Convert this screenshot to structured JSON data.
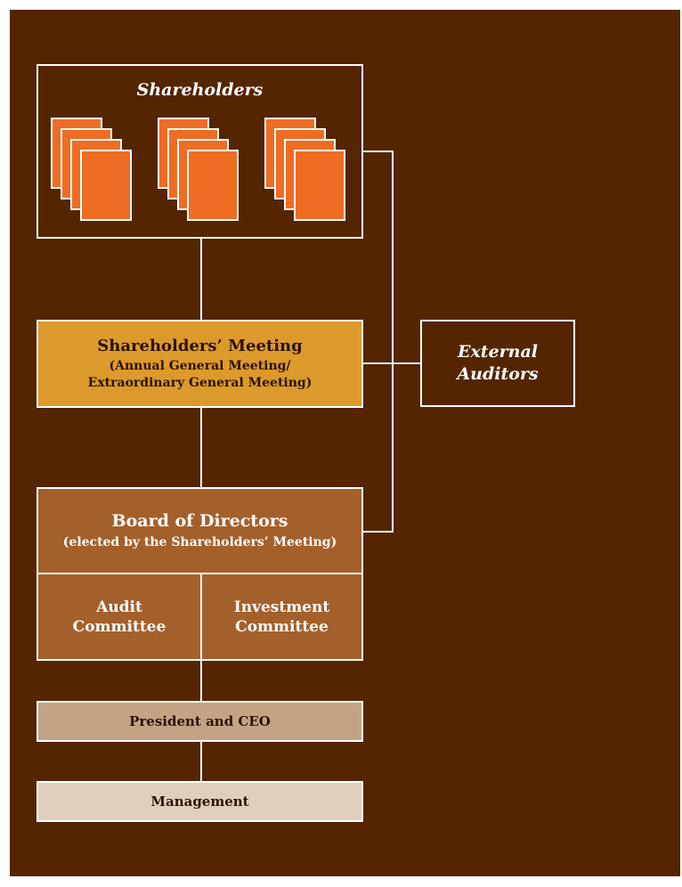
{
  "colors": {
    "background": "#542500",
    "document": "#ef6c23",
    "meeting": "#dc9a2c",
    "board": "#a4602b",
    "president": "#c4a385",
    "management": "#e1cfbd",
    "lines": "#ffffff"
  },
  "shareholders": {
    "title": "Shareholders",
    "icon": "document-stack-icon",
    "stack_count": 3
  },
  "meeting": {
    "title": "Shareholders’ Meeting",
    "subtitle_line1": "(Annual General Meeting/",
    "subtitle_line2": "Extraordinary General Meeting)"
  },
  "external_auditors": {
    "line1": "External",
    "line2": "Auditors"
  },
  "board": {
    "title": "Board of Directors",
    "subtitle": "(elected by the Shareholders’ Meeting)"
  },
  "committees": [
    {
      "line1": "Audit",
      "line2": "Committee"
    },
    {
      "line1": "Investment",
      "line2": "Committee"
    }
  ],
  "president": {
    "label": "President and CEO"
  },
  "management": {
    "label": "Management"
  }
}
